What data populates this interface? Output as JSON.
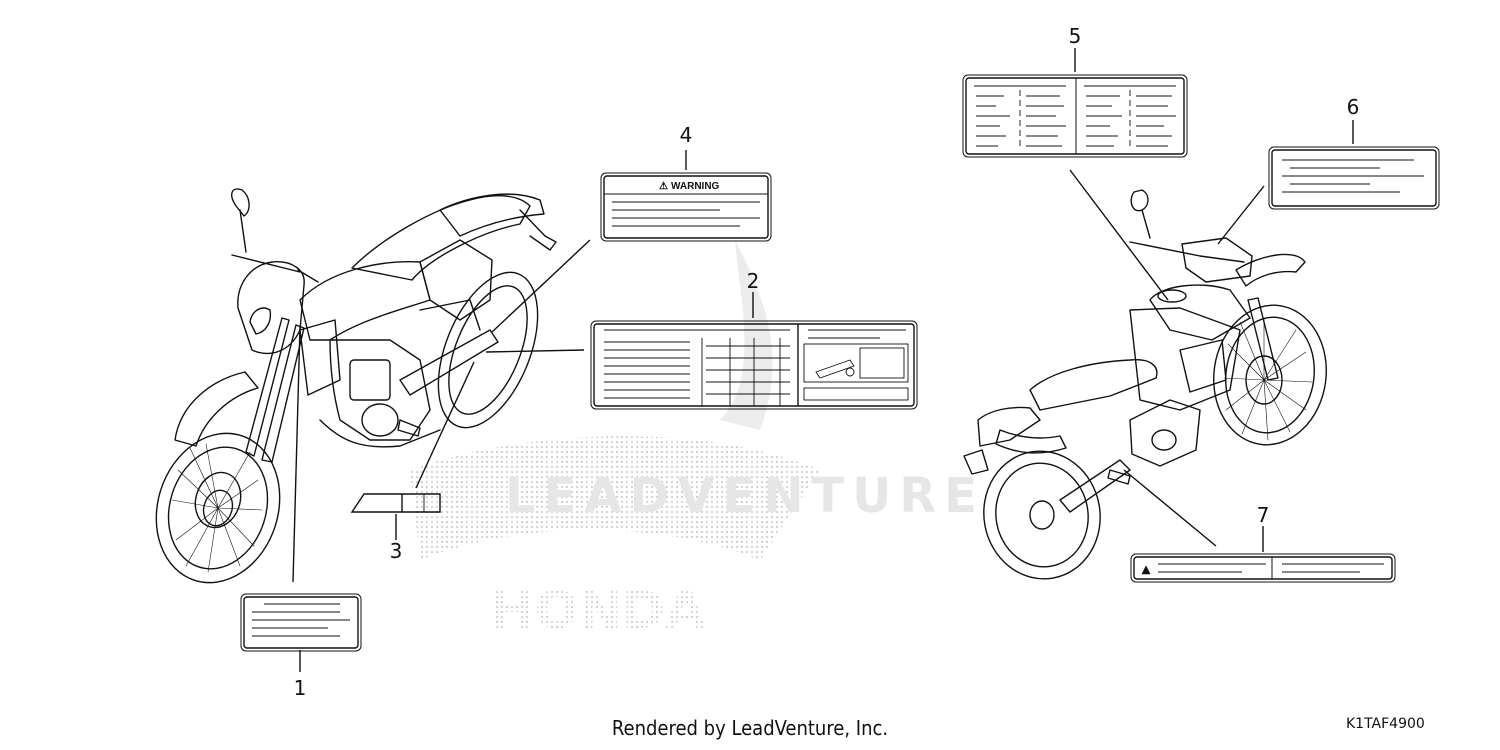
{
  "diagram": {
    "callouts": [
      {
        "id": "1",
        "label": "1"
      },
      {
        "id": "2",
        "label": "2"
      },
      {
        "id": "3",
        "label": "3"
      },
      {
        "id": "4",
        "label": "4"
      },
      {
        "id": "5",
        "label": "5"
      },
      {
        "id": "6",
        "label": "6"
      },
      {
        "id": "7",
        "label": "7"
      }
    ],
    "warning_label_text": "WARNING",
    "warning_symbol": "⚠",
    "watermark_brand": "HONDA",
    "watermark_text": "LEADVENTURE"
  },
  "footer": {
    "rendered_by": "Rendered by LeadVenture, Inc.",
    "part_code": "K1TAF4900"
  },
  "colors": {
    "line": "#111111",
    "watermark": "#d8d8d8"
  }
}
